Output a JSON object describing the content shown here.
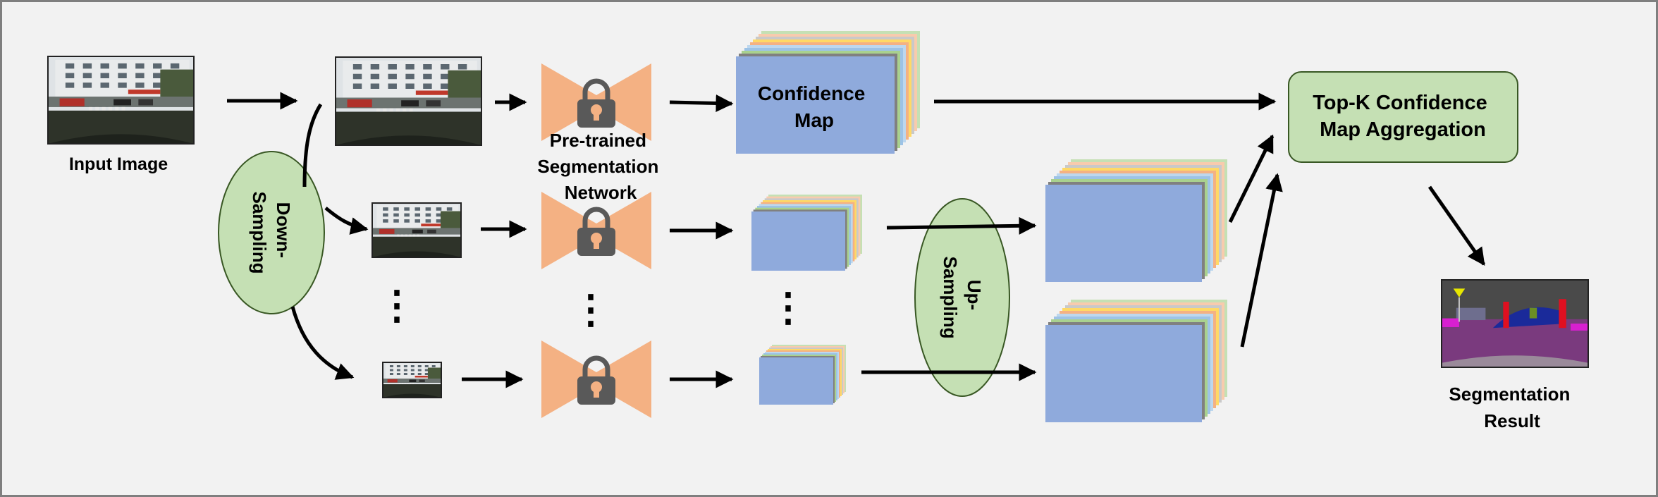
{
  "labels": {
    "input_image": "Input Image",
    "down_sampling_1": "Down-",
    "down_sampling_2": "Sampling",
    "network_1": "Pre-trained",
    "network_2": "Segmentation",
    "network_3": "Network",
    "confidence_1": "Confidence",
    "confidence_2": "Map",
    "up_sampling_1": "Up-",
    "up_sampling_2": "Sampling",
    "topk_1": "Top-K Confidence",
    "topk_2": "Map Aggregation",
    "result_1": "Segmentation",
    "result_2": "Result",
    "ellipsis": "⋮"
  },
  "colors": {
    "background": "#f2f2f2",
    "border": "#7f7f7f",
    "network": "#f4b183",
    "lock": "#595959",
    "map_front": "#8faadc",
    "green_fill": "#c5e0b4",
    "green_stroke": "#385723",
    "arrow": "#000000",
    "map_layers": [
      "#808080",
      "#a9d18e",
      "#9dc3e6",
      "#bdd7ee",
      "#f4b183",
      "#ffd966",
      "#c9c9c9",
      "#f8cbad",
      "#c5e0b4"
    ],
    "photo_sky": "#dfe3e6",
    "photo_building": "#e9ebec",
    "photo_road": "#2e3329",
    "seg_sky": "#4a4a4a",
    "seg_road": "#7a3a7e",
    "seg_car": "#1a2a9a",
    "seg_sidewalk": "#d81fd0",
    "seg_person": "#e01020",
    "seg_veg": "#6b8e23"
  }
}
